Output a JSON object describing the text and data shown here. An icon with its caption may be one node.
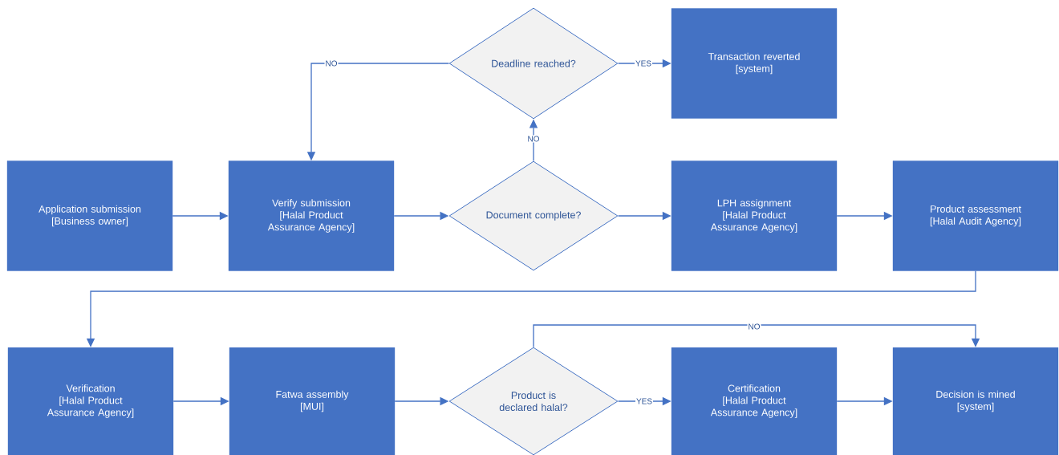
{
  "diagram": {
    "nodes": [
      {
        "text": [
          "Deadline reached?"
        ]
      },
      {
        "text": [
          "Transaction reverted",
          "[system]"
        ]
      },
      {
        "text": [
          "Application submission",
          "[Business owner]"
        ]
      },
      {
        "text": [
          "Verify submission",
          "[Halal Product Assurance Agency]"
        ]
      },
      {
        "text": [
          "Document complete?"
        ]
      },
      {
        "text": [
          "LPH assignment",
          "[Halal Product Assurance Agency]"
        ]
      },
      {
        "text": [
          "Product assessment",
          "[Halal Audit Agency]"
        ]
      },
      {
        "text": [
          "Verification",
          "[Halal Product Assurance Agency]"
        ]
      },
      {
        "text": [
          "Fatwa assembly",
          "[MUI]"
        ]
      },
      {
        "text": [
          "Product is declared halal?"
        ]
      },
      {
        "text": [
          "Certification",
          "[Halal Product Assurance Agency]"
        ]
      },
      {
        "text": [
          "Decision is mined",
          "[system]"
        ]
      }
    ],
    "edges": [
      {
        "from": 0,
        "to": 1,
        "arrow": "to",
        "label": "YES"
      },
      {
        "from": 0,
        "to": 3,
        "arrow": "to",
        "label": "NO"
      },
      {
        "from": 4,
        "to": 0,
        "arrow": "to",
        "label": "NO"
      },
      {
        "from": 2,
        "to": 3,
        "arrow": "to"
      },
      {
        "from": 3,
        "to": 4,
        "arrow": "to"
      },
      {
        "from": 4,
        "to": 5,
        "arrow": "to"
      },
      {
        "from": 5,
        "to": 6,
        "arrow": "to"
      },
      {
        "from": 6,
        "to": 7,
        "arrow": "to"
      },
      {
        "from": 7,
        "to": 8,
        "arrow": "to"
      },
      {
        "from": 8,
        "to": 9,
        "arrow": "to"
      },
      {
        "from": 9,
        "to": 10,
        "arrow": "to",
        "label": "YES"
      },
      {
        "from": 10,
        "to": 11,
        "arrow": "to"
      },
      {
        "from": 9,
        "to": 11,
        "arrow": "to",
        "label": "NO"
      }
    ]
  }
}
